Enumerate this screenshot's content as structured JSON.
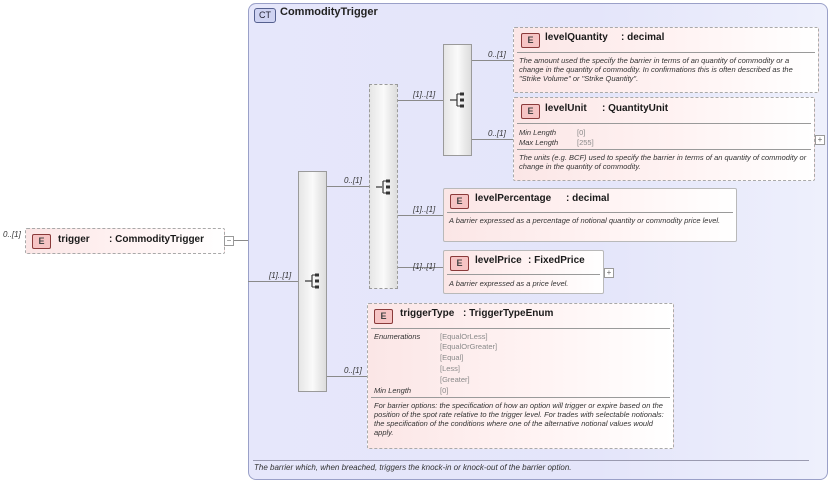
{
  "root": {
    "cardinality": "0..[1]",
    "badge": "E",
    "name": "trigger",
    "type": ": CommodityTrigger",
    "collapse": "−"
  },
  "complex_type": {
    "badge": "CT",
    "name": "CommodityTrigger",
    "description": "The barrier which, when breached, triggers the knock-in or knock-out of the barrier option."
  },
  "sequences": {
    "outer_card": "[1]..[1]",
    "choice_card": "0..[1]",
    "inner_card": "[1]..[1]"
  },
  "elements": {
    "levelQuantity": {
      "card": "0..[1]",
      "badge": "E",
      "name": "levelQuantity",
      "type": ": decimal",
      "description": "The amount used the specify the barrier in terms of an quantity of commodity or a change in the quantity of commodity. In confirmations this is often described as the \"Strike Volume\" or \"Strike Quantity\"."
    },
    "levelUnit": {
      "card": "0..[1]",
      "badge": "E",
      "name": "levelUnit",
      "type": ": QuantityUnit",
      "facets": [
        {
          "label": "Min Length",
          "value": "[0]"
        },
        {
          "label": "Max Length",
          "value": "[255]"
        }
      ],
      "description": "The units (e.g. BCF) used to specify the barrier in terms of an quantity of commodity or change in the quantity of commodity.",
      "expand": "+"
    },
    "levelPercentage": {
      "card": "[1]..[1]",
      "badge": "E",
      "name": "levelPercentage",
      "type": ": decimal",
      "description": "A barrier expressed as a percentage of notional quantity or commodity price level."
    },
    "levelPrice": {
      "card": "[1]..[1]",
      "badge": "E",
      "name": "levelPrice",
      "type": ": FixedPrice",
      "description": "A barrier expressed as a price level.",
      "expand": "+"
    },
    "triggerType": {
      "card": "0..[1]",
      "badge": "E",
      "name": "triggerType",
      "type": ": TriggerTypeEnum",
      "enum_label": "Enumerations",
      "enumerations": [
        "[EqualOrLess]",
        "[EqualOrGreater]",
        "[Equal]",
        "[Less]",
        "[Greater]"
      ],
      "min_length_label": "Min Length",
      "min_length_value": "[0]",
      "description": "For barrier options: the specification of how an option will trigger or expire based on the position of the spot rate relative to the trigger level. For trades with selectable notionals: the specification of the conditions where one of the alternative notional values would apply."
    }
  }
}
